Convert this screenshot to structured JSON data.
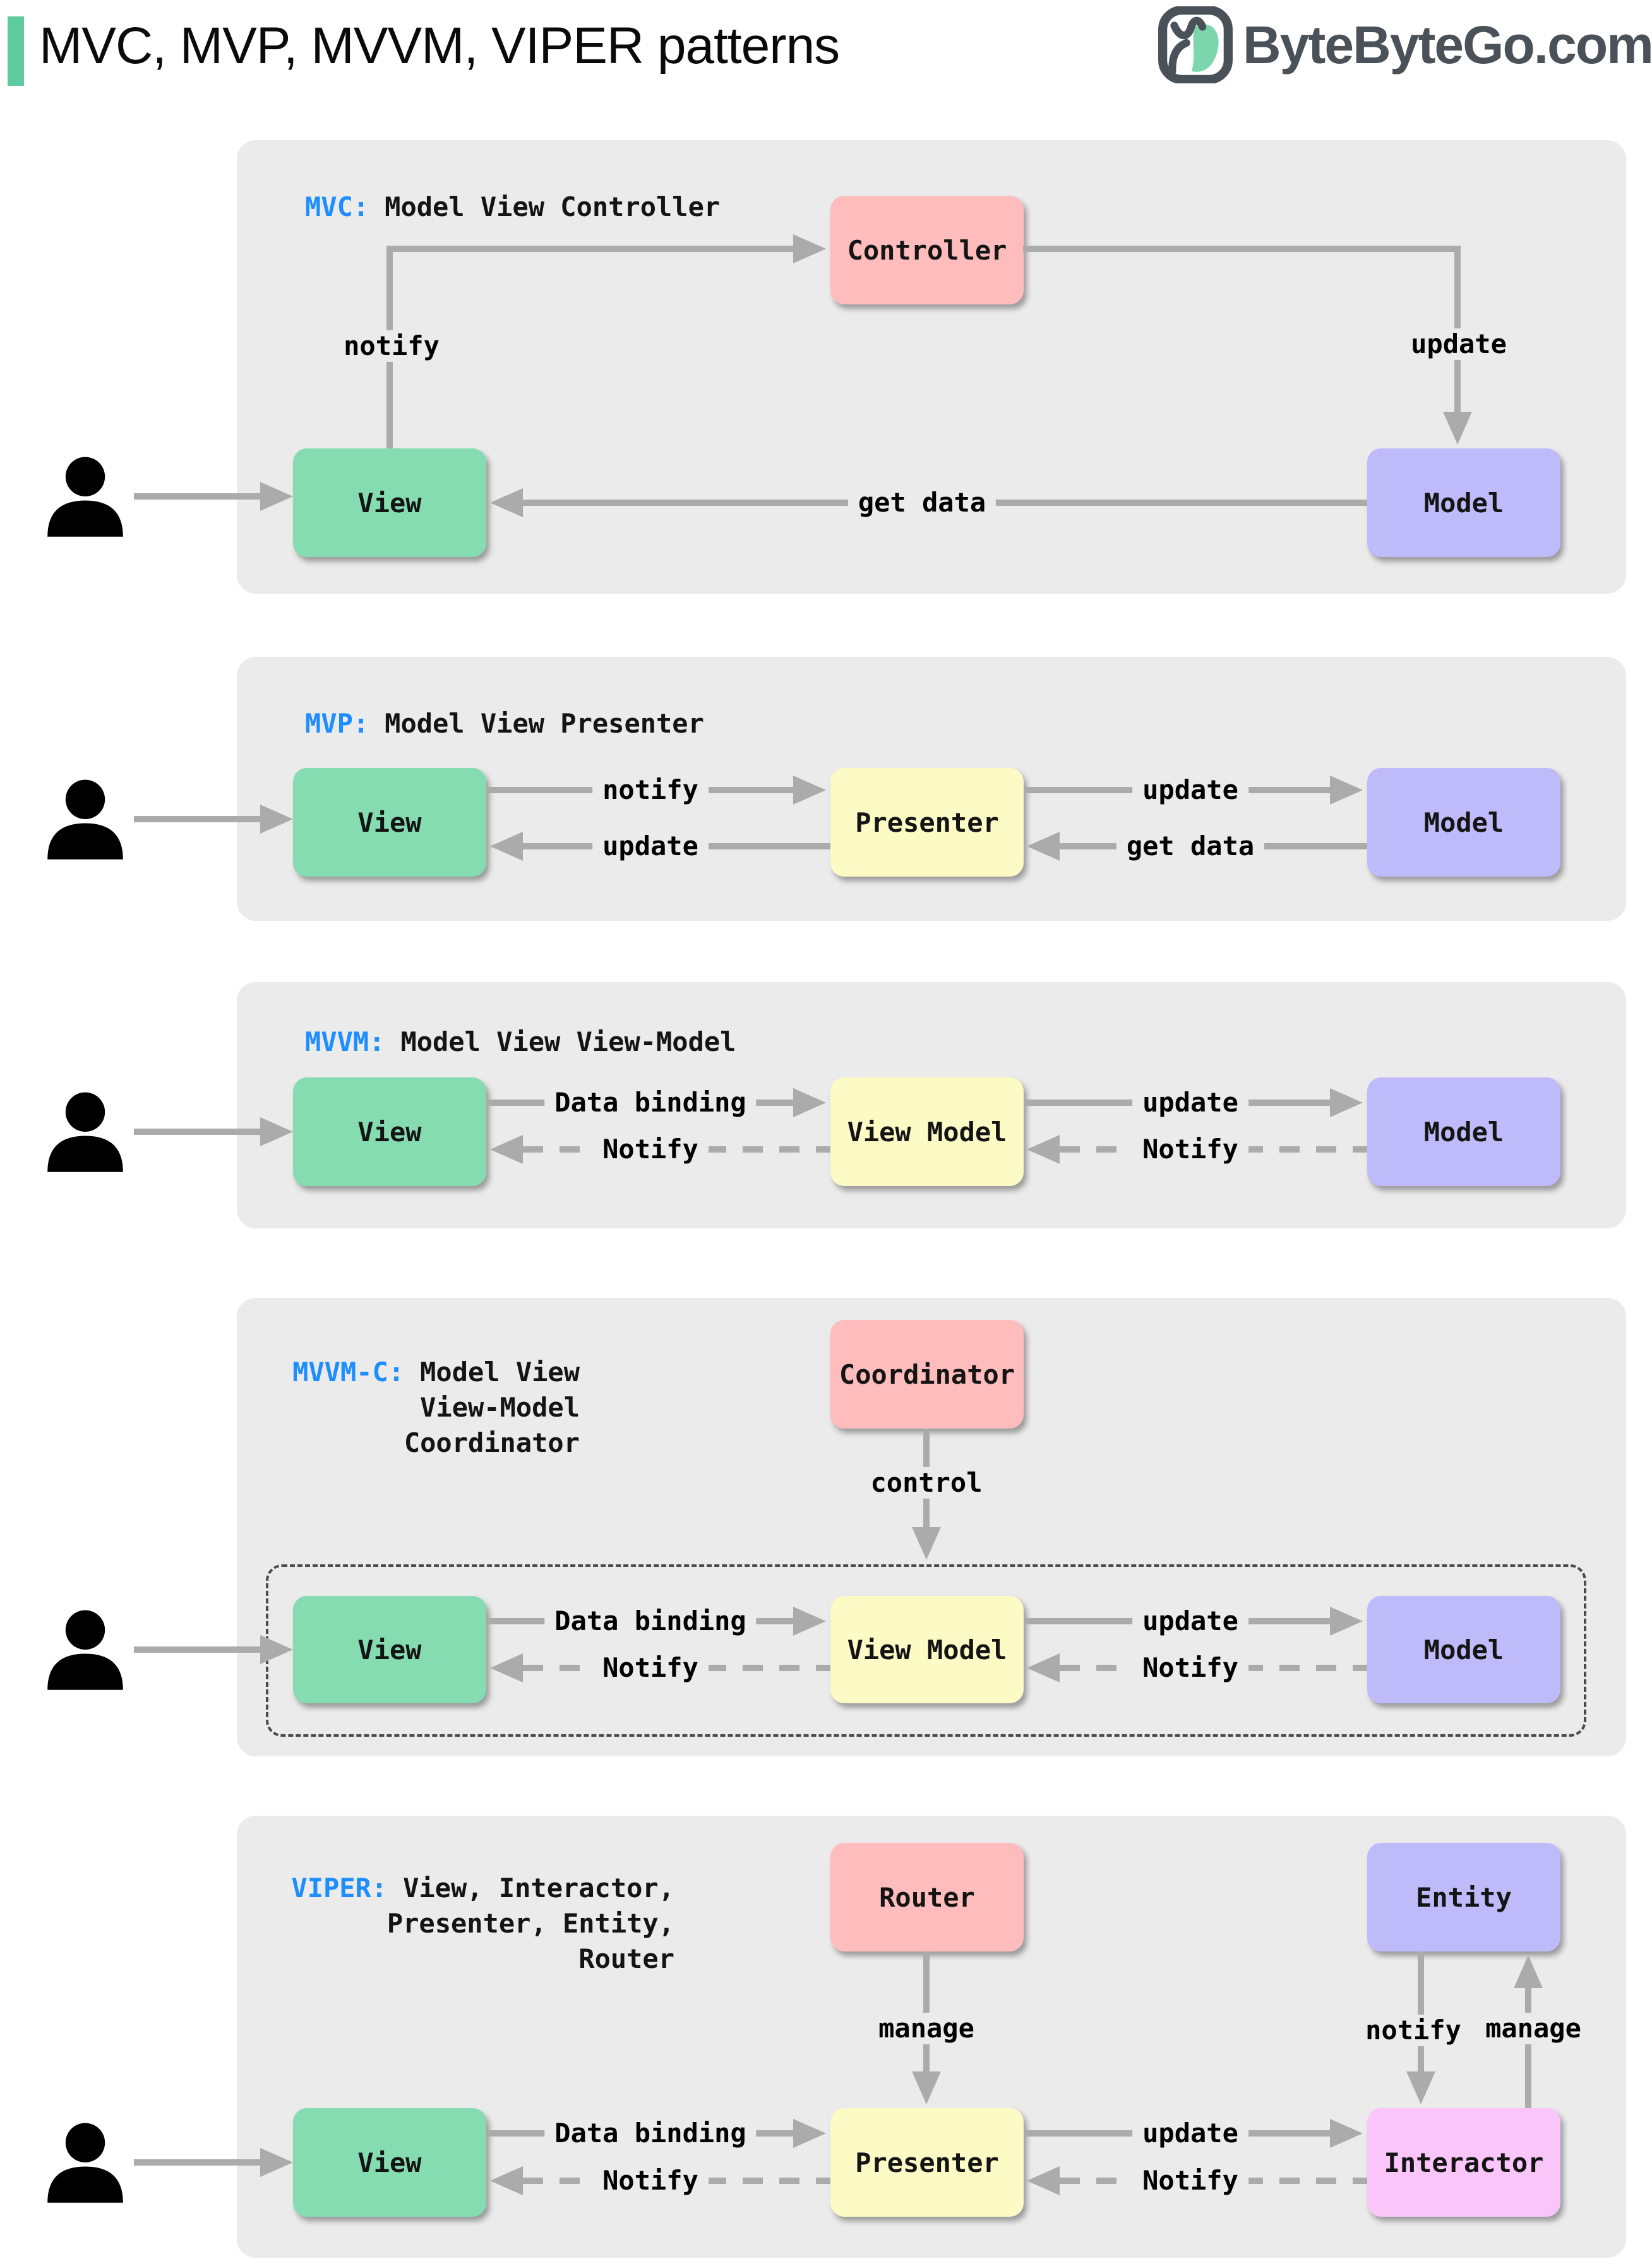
{
  "header": {
    "title": "MVC, MVP, MVVM, VIPER patterns",
    "logo_text": "ByteByteGo.com"
  },
  "colors": {
    "accent_blue": "#1E8EFF",
    "panel_gray": "#EBEBEB",
    "arrow_gray": "#ABABAB",
    "view_green": "#85DCB1",
    "controller_pink": "#FFBCBC",
    "model_purple": "#BFBAFA",
    "presenter_yellow": "#FCFAC5",
    "interactor_magenta": "#FAC6FA",
    "title_bar_green": "#5FC9A0"
  },
  "sections": {
    "mvc": {
      "prefix": "MVC:",
      "subtitle": "Model View Controller",
      "boxes": {
        "controller": "Controller",
        "view": "View",
        "model": "Model"
      },
      "arrows": {
        "notify": "notify",
        "update": "update",
        "get_data": "get data"
      }
    },
    "mvp": {
      "prefix": "MVP:",
      "subtitle": "Model View Presenter",
      "boxes": {
        "view": "View",
        "presenter": "Presenter",
        "model": "Model"
      },
      "arrows": {
        "notify": "notify",
        "update_to_view": "update",
        "update_to_model": "update",
        "get_data": "get data"
      }
    },
    "mvvm": {
      "prefix": "MVVM:",
      "subtitle": "Model View View-Model",
      "boxes": {
        "view": "View",
        "view_model": "View Model",
        "model": "Model"
      },
      "arrows": {
        "data_binding": "Data binding",
        "notify_to_view": "Notify",
        "update": "update",
        "notify_to_view_model": "Notify"
      }
    },
    "mvvmc": {
      "prefix": "MVVM-C:",
      "subtitle_lines": [
        "Model View",
        "View-Model",
        "Coordinator"
      ],
      "boxes": {
        "coordinator": "Coordinator",
        "view": "View",
        "view_model": "View Model",
        "model": "Model"
      },
      "arrows": {
        "control": "control",
        "data_binding": "Data binding",
        "notify_to_view": "Notify",
        "update": "update",
        "notify_to_view_model": "Notify"
      }
    },
    "viper": {
      "prefix": "VIPER:",
      "subtitle_lines": [
        "View, Interactor,",
        "Presenter, Entity,",
        "Router"
      ],
      "boxes": {
        "router": "Router",
        "entity": "Entity",
        "view": "View",
        "presenter": "Presenter",
        "interactor": "Interactor"
      },
      "arrows": {
        "manage_presenter": "manage",
        "notify_interactor": "notify",
        "manage_entity": "manage",
        "data_binding": "Data binding",
        "notify_to_view": "Notify",
        "update": "update",
        "notify_to_presenter": "Notify"
      }
    }
  }
}
